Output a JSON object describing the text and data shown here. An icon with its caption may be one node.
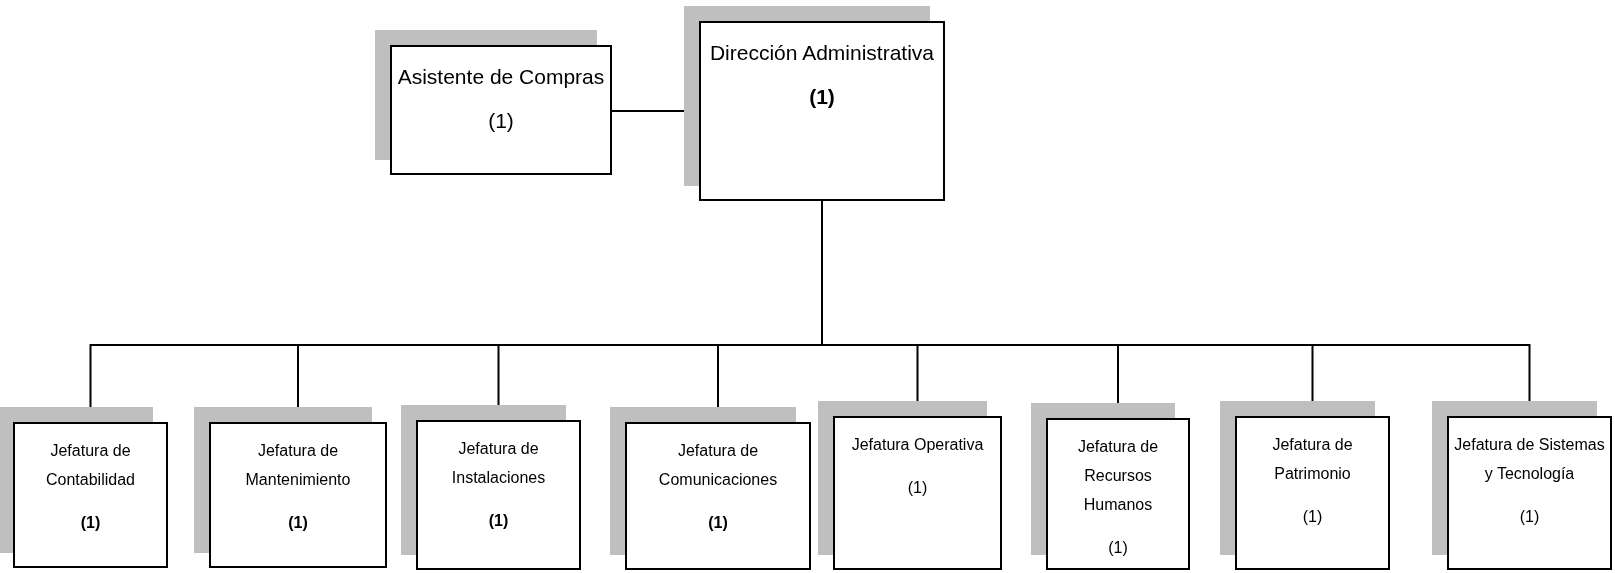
{
  "diagram": {
    "nodes": [
      {
        "text": [
          "Asistente de Compras",
          "(1)"
        ]
      },
      {
        "text": [
          "Dirección Administrativa",
          "**(1)**"
        ]
      },
      {
        "text": [
          "Jefatura de Contabilidad",
          "**(1)**"
        ]
      },
      {
        "text": [
          "Jefatura de Mantenimiento",
          "**(1)**"
        ]
      },
      {
        "text": [
          "Jefatura de Instalaciones",
          "**(1)**"
        ]
      },
      {
        "text": [
          "Jefatura de Comunicaciones",
          "**(1)**"
        ]
      },
      {
        "text": [
          "Jefatura Operativa",
          "(1)"
        ]
      },
      {
        "text": [
          "Jefatura de Recursos Humanos",
          "(1)"
        ]
      },
      {
        "text": [
          "Jefatura de Patrimonio",
          "(1)"
        ]
      },
      {
        "text": [
          "Jefatura de Sistemas y Tecnología",
          "(1)"
        ]
      }
    ],
    "edges": [
      {
        "from": 1,
        "to": 0,
        "arrow": "none"
      },
      {
        "from": 1,
        "to": 2,
        "arrow": "none"
      },
      {
        "from": 1,
        "to": 3,
        "arrow": "none"
      },
      {
        "from": 1,
        "to": 4,
        "arrow": "none"
      },
      {
        "from": 1,
        "to": 5,
        "arrow": "none"
      },
      {
        "from": 1,
        "to": 6,
        "arrow": "none"
      },
      {
        "from": 1,
        "to": 7,
        "arrow": "none"
      },
      {
        "from": 1,
        "to": 8,
        "arrow": "none"
      },
      {
        "from": 1,
        "to": 9,
        "arrow": "none"
      }
    ]
  }
}
